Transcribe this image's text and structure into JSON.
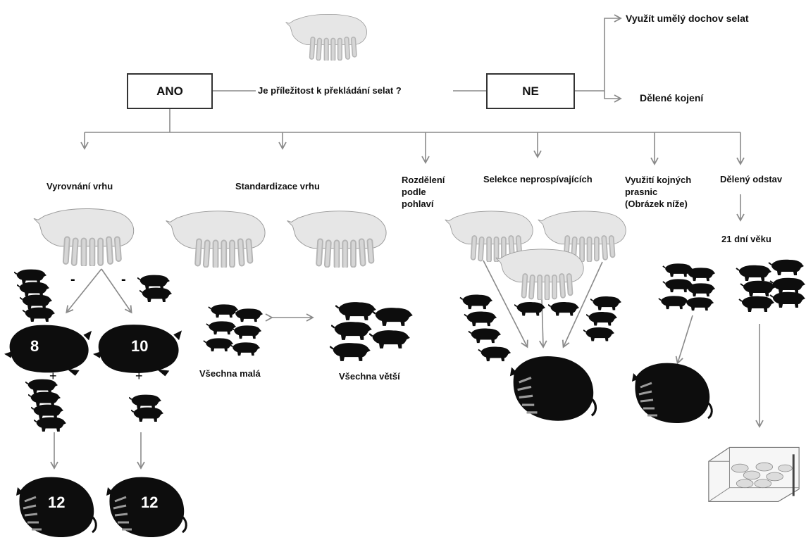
{
  "question": "Je příležitost k překládání selat ?",
  "yes_label": "ANO",
  "no_label": "NE",
  "no_options": [
    "Využít umělý dochov selat",
    "Dělené kojení"
  ],
  "strategies": [
    "Vyrovnání vrhu",
    "Standardizace vrhu",
    "Rozdělení\npodle\npohlaví",
    "Selekce neprospívajících",
    "Využití kojných\nprasnic\n(Obrázek níže)",
    "Dělený odstav"
  ],
  "weaning_age": "21 dní věku",
  "equalization": {
    "minus_left": "-",
    "minus_right": "-",
    "plus_left": "+",
    "plus_right": "+",
    "sow_left_count": "8",
    "sow_right_count": "10",
    "result_left": "12",
    "result_right": "12"
  },
  "standardization": {
    "group_small": "Všechna malá",
    "group_large": "Všechna větší"
  },
  "colors": {
    "lines": "#8a8a8a",
    "silhouette": "#0d0d0d",
    "sow_light": "#e4e4e4"
  }
}
